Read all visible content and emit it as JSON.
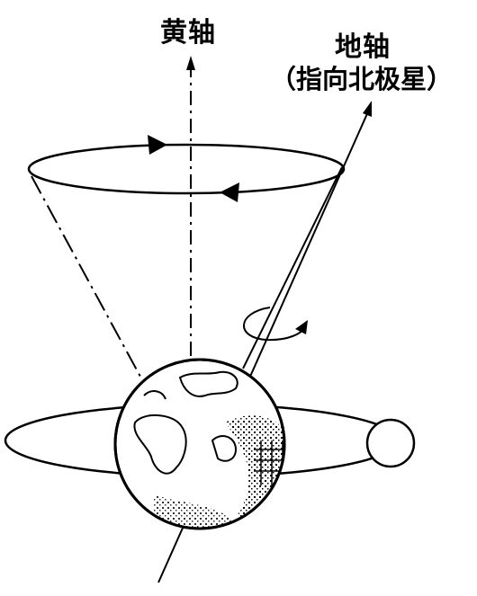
{
  "labels": {
    "ecliptic_axis": "黄轴",
    "earth_axis": "地轴",
    "earth_axis_note": "（指向北极星）"
  },
  "colors": {
    "ink": "#000000",
    "paper": "#ffffff"
  }
}
